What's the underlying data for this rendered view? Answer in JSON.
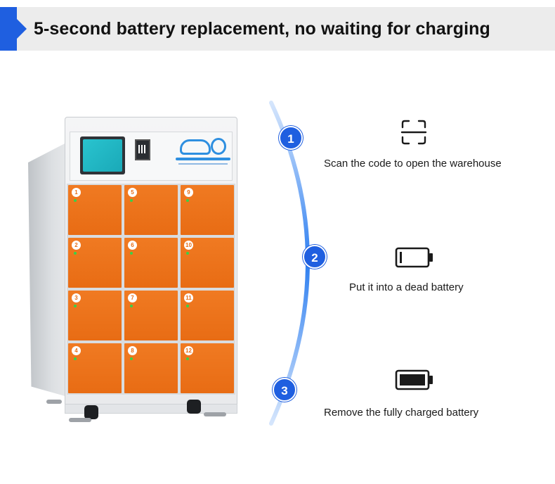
{
  "banner": {
    "title": "5-second battery replacement, no waiting for charging",
    "accent_color": "#1f5fe0",
    "background_color": "#ececec"
  },
  "cabinet": {
    "door_color": "#e86c14",
    "door_numbers": [
      "1",
      "5",
      "9",
      "2",
      "6",
      "10",
      "3",
      "7",
      "11",
      "4",
      "8",
      "12"
    ],
    "icons": [
      "touch-screen-icon",
      "qr-code-icon",
      "brand-logo"
    ]
  },
  "steps": [
    {
      "number": "1",
      "icon": "scan-frame-icon",
      "label": "Scan the code to open the warehouse"
    },
    {
      "number": "2",
      "icon": "battery-empty-icon",
      "label": "Put it into a dead battery"
    },
    {
      "number": "3",
      "icon": "battery-full-icon",
      "label": "Remove the fully charged battery"
    }
  ],
  "colors": {
    "step_circle": "#1f5fe0",
    "arc": "#2e7ff0"
  }
}
